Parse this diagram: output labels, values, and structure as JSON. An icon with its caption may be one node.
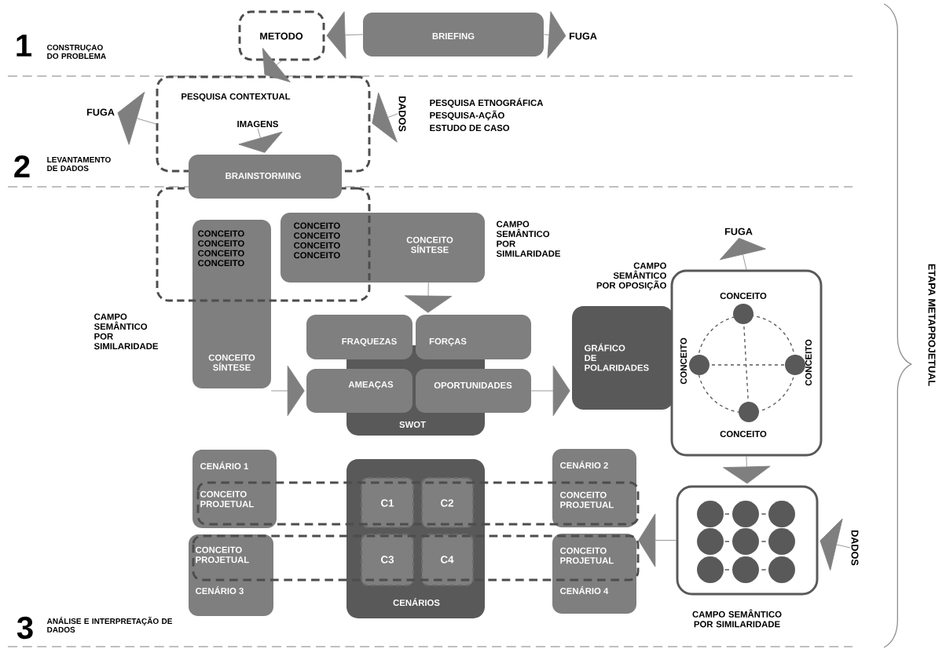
{
  "diagram": {
    "nodes": [
      {
        "text": [
          "METODO"
        ]
      },
      {
        "text": [
          "BRIEFING"
        ]
      },
      {
        "text": [
          "FUGA"
        ]
      },
      {
        "text": [
          "PESQUISA CONTEXTUAL"
        ]
      },
      {
        "text": [
          "IMAGENS"
        ],
        "in": 3
      },
      {
        "text": [
          "FUGA"
        ]
      },
      {
        "text": [
          "DADOS"
        ],
        "beside": [
          "PESQUISA ETNOGRÁFICA",
          "PESQUISA-AÇÃO",
          "ESTUDO DE CASO"
        ]
      },
      {
        "text": [
          "BRAINSTORMING"
        ]
      },
      {
        "text": [],
        "shape": "box"
      },
      {
        "text": [
          "CONCEITO CONCEITO CONCEITO CONCEITO",
          "CONCEITO SÍNTESE"
        ]
      },
      {
        "text": [
          "CONCEITO CONCEITO CONCEITO CONCEITO",
          "CONCEITO SÍNTESE"
        ],
        "beside": [
          "CAMPO SEMÂNTICO POR SIMILARIDADE"
        ]
      },
      {
        "text": [
          "SWOT"
        ]
      },
      {
        "text": [
          "FRAQUEZAS"
        ]
      },
      {
        "text": [
          "FORÇAS"
        ]
      },
      {
        "text": [
          "AMEAÇAS"
        ]
      },
      {
        "text": [
          "OPORTUNIDADES"
        ]
      },
      {
        "text": [
          "GRÁFICO DE POLARIDADES"
        ]
      },
      {
        "text": [
          "CONCEITO",
          "CONCEITO",
          "CONCEITO",
          "CONCEITO"
        ],
        "beside": [
          "CAMPO SEMÂNTICO POR OPOSIÇÃO"
        ]
      },
      {
        "text": [
          "FUGA"
        ]
      },
      {
        "text": [],
        "shape": "box",
        "beside": [
          "CAMPO SEMÂNTICO POR SIMILARIDADE"
        ]
      },
      {
        "text": [
          "DADOS"
        ]
      },
      {
        "text": [
          "CENÁRIO 1",
          "CONCEITO PROJETUAL"
        ]
      },
      {
        "text": [
          "CONCEITO PROJETUAL",
          "CENÁRIO 3"
        ]
      },
      {
        "text": [
          "CENÁRIOS"
        ]
      },
      {
        "text": [
          "C1"
        ],
        "in": 23
      },
      {
        "text": [
          "C2"
        ],
        "in": 23
      },
      {
        "text": [
          "C3"
        ],
        "in": 23
      },
      {
        "text": [
          "C4"
        ],
        "in": 23
      },
      {
        "text": [
          "CENÁRIO 2",
          "CONCEITO PROJETUAL"
        ]
      },
      {
        "text": [
          "CONCEITO PROJETUAL",
          "CENÁRIO 4"
        ]
      }
    ],
    "edges": [
      {
        "from": 1,
        "to": 0,
        "arrow": "to"
      },
      {
        "from": 1,
        "to": 2,
        "arrow": "to"
      },
      {
        "from": 0,
        "to": 3,
        "arrow": "to"
      },
      {
        "from": 3,
        "to": 5,
        "arrow": "to"
      },
      {
        "from": 6,
        "to": 3,
        "arrow": "to"
      },
      {
        "from": 4,
        "to": 7,
        "arrow": "to"
      },
      {
        "from": 10,
        "to": 13,
        "arrow": "to"
      },
      {
        "from": 9,
        "to": 14,
        "arrow": "to"
      },
      {
        "from": 15,
        "to": 16,
        "arrow": "to"
      },
      {
        "from": 17,
        "to": 18,
        "arrow": "to"
      },
      {
        "from": 17,
        "to": 19,
        "arrow": "to"
      },
      {
        "from": 20,
        "to": 19,
        "arrow": "to"
      },
      {
        "from": 19,
        "to": 29,
        "arrow": "to"
      }
    ],
    "labels": [
      "1",
      "CONSTRUÇAO DO PROBLEMA",
      "2",
      "LEVANTAMENTO DE DADOS",
      "CAMPO SEMÂNTICO POR SIMILARIDADE",
      "ETAPA METAPROJETUAL",
      "3",
      "ANÁLISE E INTERPRETAÇÃO DE DADOS"
    ]
  }
}
